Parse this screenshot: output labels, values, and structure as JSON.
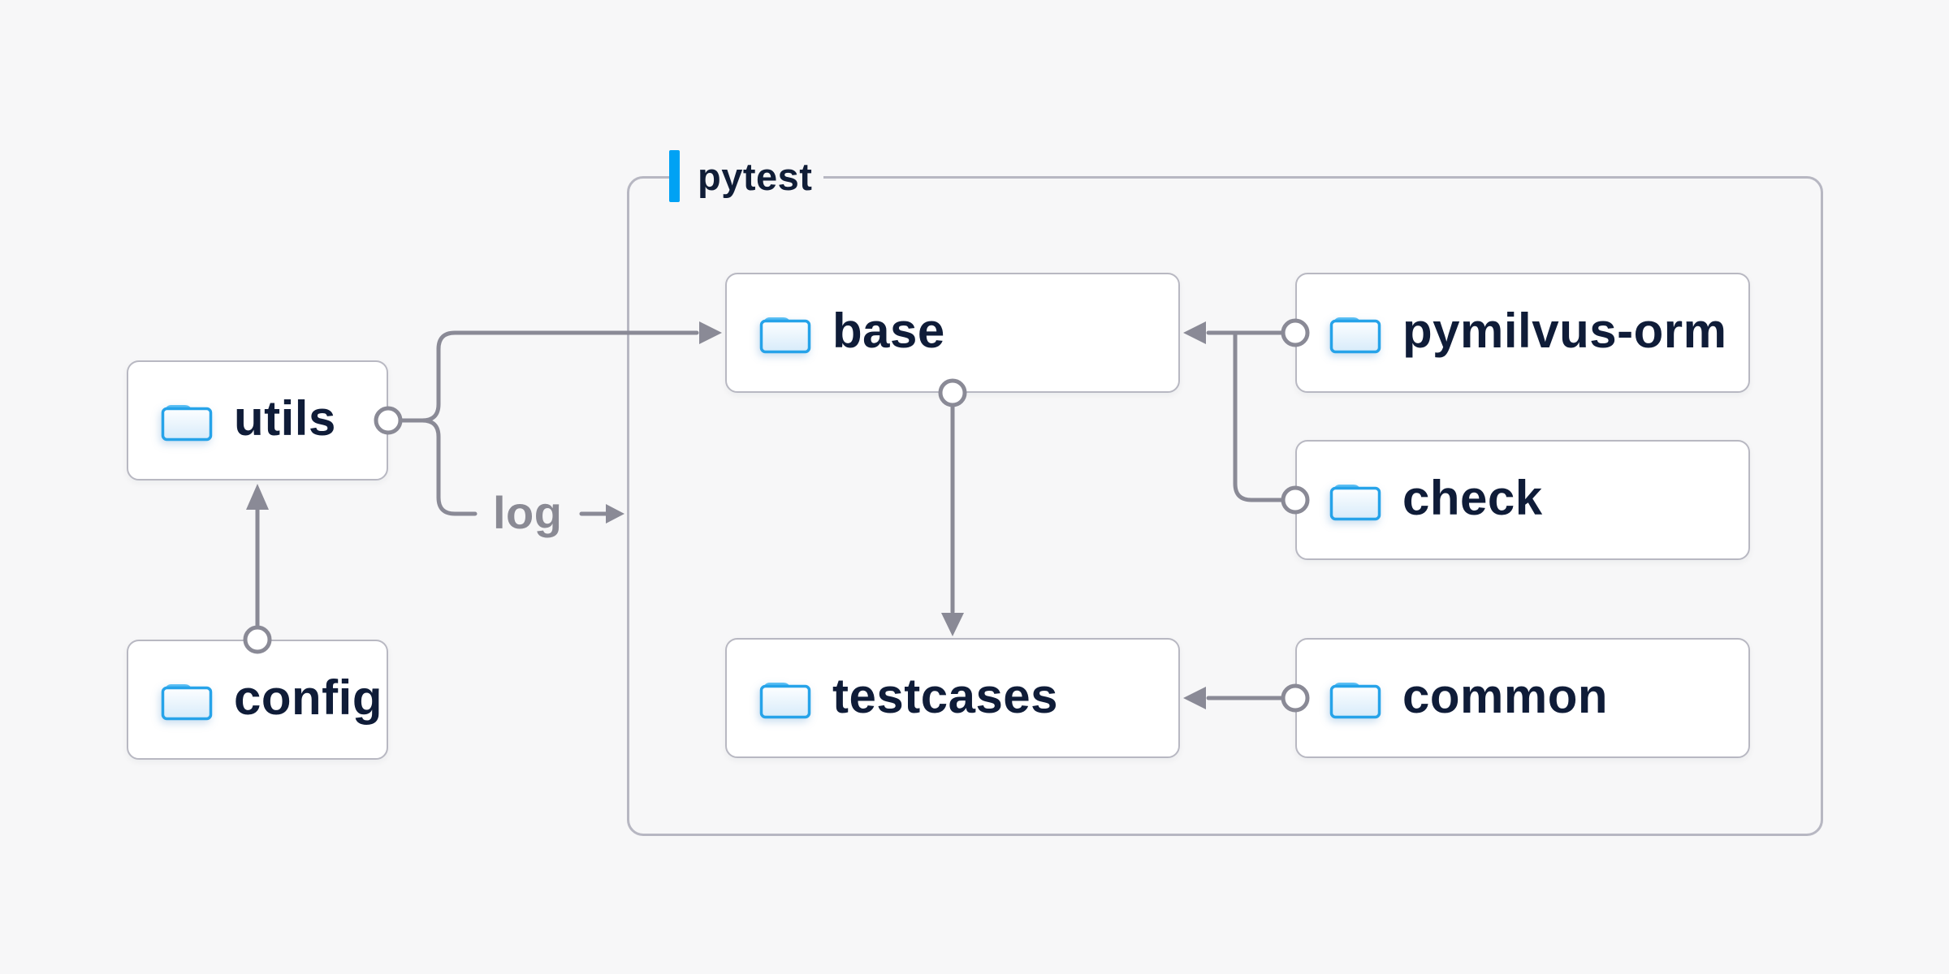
{
  "diagram": {
    "group": {
      "label": "pytest"
    },
    "nodes": {
      "utils": {
        "label": "utils"
      },
      "config": {
        "label": "config"
      },
      "base": {
        "label": "base"
      },
      "pymilvus_orm": {
        "label": "pymilvus-orm"
      },
      "check": {
        "label": "check"
      },
      "testcases": {
        "label": "testcases"
      },
      "common": {
        "label": "common"
      }
    },
    "edge_labels": {
      "log": "log"
    },
    "edges": [
      {
        "from": "config",
        "to": "utils"
      },
      {
        "from": "utils",
        "to": "base"
      },
      {
        "from": "utils",
        "to": "pytest-group",
        "label": "log"
      },
      {
        "from": "pymilvus-orm",
        "to": "base"
      },
      {
        "from": "check",
        "to": "base"
      },
      {
        "from": "base",
        "to": "testcases"
      },
      {
        "from": "common",
        "to": "testcases"
      }
    ],
    "colors": {
      "background": "#f7f7f8",
      "node_background": "#ffffff",
      "node_border": "#b8b8c2",
      "connector": "#8a8a96",
      "label_text": "#0f1c38",
      "edge_label_text": "#8a8a94",
      "group_accent": "#00a2f4",
      "folder_blue": "#26a3e9"
    }
  }
}
